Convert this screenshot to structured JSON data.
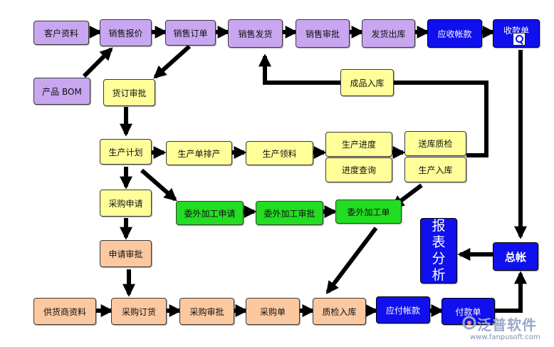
{
  "nodes": {
    "kehu_ziliao": "客户资料",
    "xiaoshou_baojia": "销售报价",
    "xiaoshou_dingdan": "销售订单",
    "xiaoshou_fahuo": "销售发货",
    "xiaoshou_shenpi": "销售审批",
    "fahuo_chuku": "发货出库",
    "yingshou_zhangkuan": "应收帐款",
    "shoukuan_dan": "收款单",
    "chanpin_bom": "产品 BOM",
    "huoding_shenpi": "货订审批",
    "chengpin_ruku": "成品入库",
    "shengchan_jihua": "生产计划",
    "shengchan_dan_paichan": "生产单排产",
    "shengchan_lingliao": "生产领料",
    "shengchan_jindu": "生产进度",
    "jindu_chaxun": "进度查询",
    "songku_zhijian": "送库质检",
    "shengchan_ruku": "生产入库",
    "caigou_shenqing": "采购申请",
    "weiwai_shenqing": "委外加工申请",
    "weiwai_shenpi": "委外加工审批",
    "weiwai_dan": "委外加工单",
    "shenqing_shenpi": "申请审批",
    "baobiao_fenxi": [
      "报",
      "表",
      "分",
      "析"
    ],
    "zongzhang": "总帐",
    "gonghuoshang_ziliao": "供货商资料",
    "caigou_dinghuo": "采购订货",
    "caigou_shenpi": "采购审批",
    "caigou_dan": "采购单",
    "zhijian_ruku": "质检入库",
    "yingfu_zhangkuan": "应付帐款",
    "fukuan_dan": "付款单"
  },
  "logo": {
    "brand": "泛普软件",
    "url": "www.fanpusoft.com"
  },
  "colors": {
    "sales": "#c8a6f0",
    "production": "#ffff99",
    "outsourcing": "#22dd22",
    "purchase": "#fbc8a0",
    "finance": "#1010ee",
    "arrow": "#000000"
  }
}
